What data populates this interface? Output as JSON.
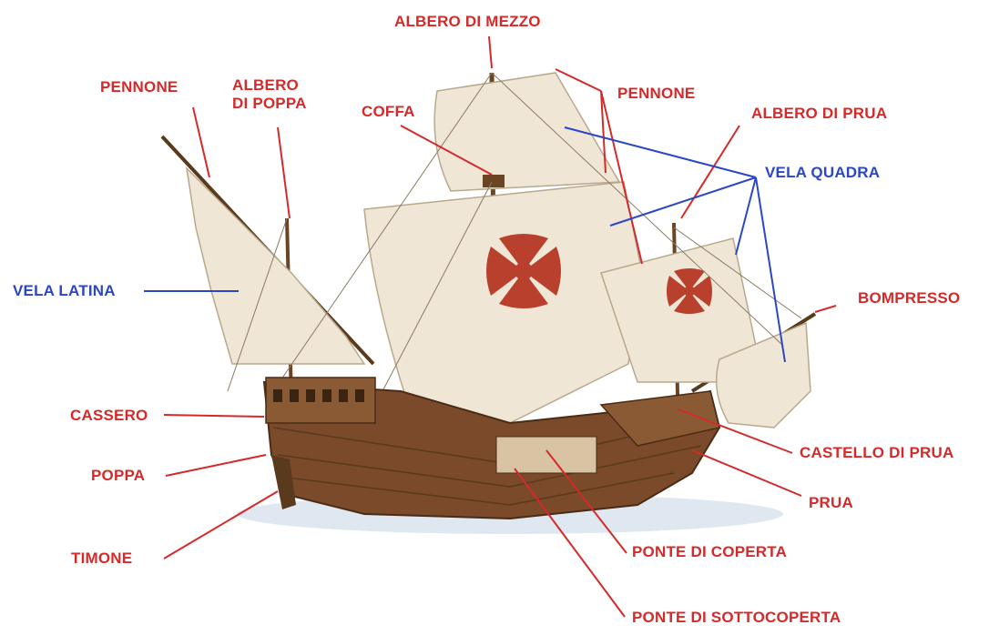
{
  "labels": {
    "albero_di_mezzo": "ALBERO DI MEZZO",
    "pennone_left": "PENNONE",
    "albero_di_poppa_1": "ALBERO",
    "albero_di_poppa_2": "DI POPPA",
    "coffa": "COFFA",
    "pennone_right": "PENNONE",
    "albero_di_prua": "ALBERO DI PRUA",
    "vela_quadra": "VELA QUADRA",
    "vela_latina": "VELA LATINA",
    "bompresso": "BOMPRESSO",
    "cassero": "CASSERO",
    "castello_di_prua": "CASTELLO DI PRUA",
    "poppa": "POPPA",
    "prua": "PRUA",
    "timone": "TIMONE",
    "ponte_di_coperta": "PONTE DI COPERTA",
    "ponte_di_sottocoperta": "PONTE DI SOTTOCOPERTA"
  },
  "colors": {
    "part_label": "#d42a2a",
    "sail_label": "#2b46c6",
    "sail": "#efe6d6",
    "hull": "#7a4a2a",
    "cross": "#b8402c"
  }
}
